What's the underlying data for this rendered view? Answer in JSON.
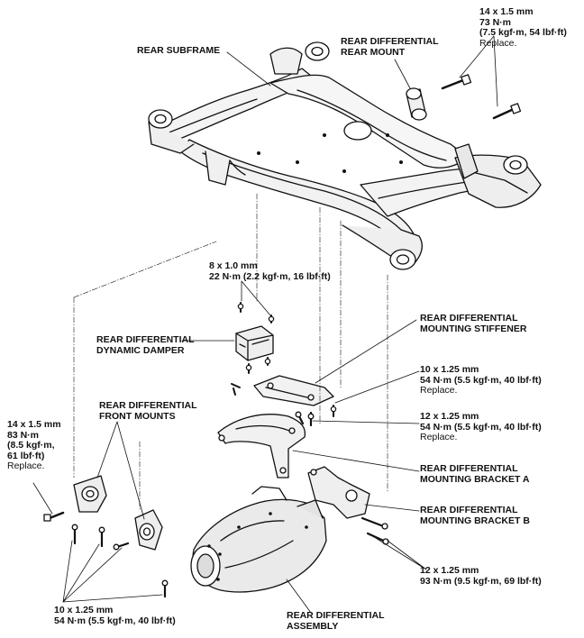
{
  "labels": {
    "rear_subframe": "REAR SUBFRAME",
    "diff_rear_mount": [
      "REAR DIFFERENTIAL",
      "REAR MOUNT"
    ],
    "dynamic_damper": [
      "REAR DIFFERENTIAL",
      "DYNAMIC DAMPER"
    ],
    "mounting_stiffener": [
      "REAR DIFFERENTIAL",
      "MOUNTING STIFFENER"
    ],
    "front_mounts": [
      "REAR DIFFERENTIAL",
      "FRONT MOUNTS"
    ],
    "bracket_a": [
      "REAR DIFFERENTIAL",
      "MOUNTING BRACKET A"
    ],
    "bracket_b": [
      "REAR DIFFERENTIAL",
      "MOUNTING BRACKET B"
    ],
    "diff_assembly": [
      "REAR DIFFERENTIAL",
      "ASSEMBLY"
    ]
  },
  "specs": {
    "top_right": [
      "14 x 1.5 mm",
      "73 N·m",
      "(7.5 kgf·m, 54 lbf·ft)",
      "Replace."
    ],
    "damper_bolts": [
      "8 x 1.0 mm",
      "22 N·m (2.2 kgf·m, 16 lbf·ft)"
    ],
    "stiffener_bolts": [
      "10 x 1.25 mm",
      "54 N·m (5.5 kgf·m, 40 lbf·ft)",
      "Replace."
    ],
    "bracket_a_bolts": [
      "12 x 1.25 mm",
      "54 N·m (5.5 kgf·m, 40 lbf·ft)",
      "Replace."
    ],
    "left_mount_bolt": [
      "14 x 1.5 mm",
      "83 N·m",
      "(8.5 kgf·m,",
      "61 lbf·ft)",
      "Replace."
    ],
    "bracket_b_bolts": [
      "12 x 1.25 mm",
      "93 N·m (9.5 kgf·m, 69 lbf·ft)"
    ],
    "front_mount_bolts": [
      "10 x 1.25 mm",
      "54 N·m (5.5 kgf·m, 40 lbf·ft)"
    ]
  }
}
